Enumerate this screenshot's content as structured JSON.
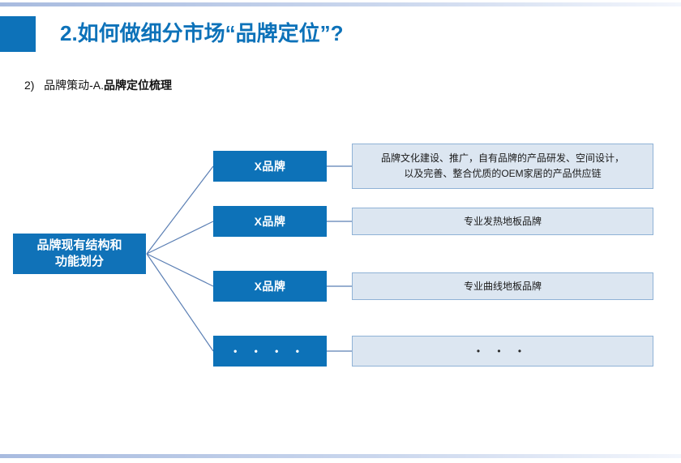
{
  "slide": {
    "title": "2.如何做细分市场“品牌定位”?",
    "subtitle_number": "2)",
    "subtitle_light": "品牌策动-A.",
    "subtitle_strong": "品牌定位梳理",
    "accent_color": "#0d72b9",
    "box_blue": "#0d72b8",
    "desc_bg": "#dce6f1",
    "desc_border": "#8fb2d6"
  },
  "diagram": {
    "type": "tree",
    "root": {
      "label_line1": "品牌现有结构和",
      "label_line2": "功能划分"
    },
    "branches": [
      {
        "brand": "X品牌",
        "desc_line1": "品牌文化建设、推广，自有品牌的产品研发、空间设计，",
        "desc_line2": "以及完善、整合优质的OEM家居的产品供应链"
      },
      {
        "brand": "X品牌",
        "desc_line1": "专业发热地板品牌",
        "desc_line2": ""
      },
      {
        "brand": "X品牌",
        "desc_line1": "专业曲线地板品牌",
        "desc_line2": ""
      },
      {
        "brand": "• • • •",
        "desc_line1": "• • •",
        "desc_line2": ""
      }
    ]
  }
}
